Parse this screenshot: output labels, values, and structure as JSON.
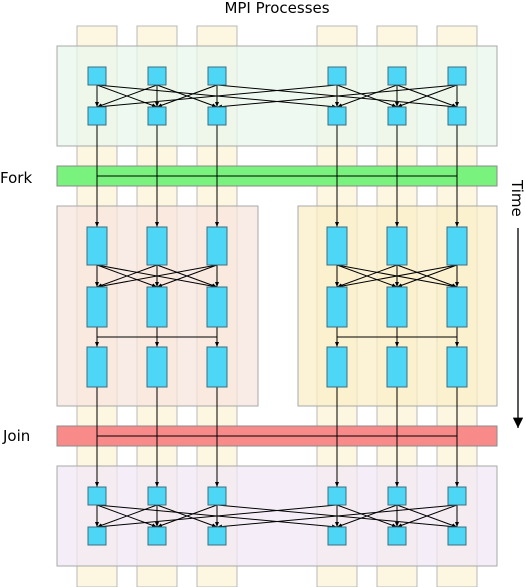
{
  "title": "MPI Processes",
  "labels": {
    "fork": "Fork",
    "join": "Join",
    "time": "Time"
  },
  "colors": {
    "process_column": "#fdf6e0",
    "stage_top": "#e8f7ec",
    "stage_left": "#f7e4de",
    "stage_right": "#fbefc8",
    "stage_bottom": "#f2e8f7",
    "fork_bar": "#79f37d",
    "join_bar": "#f98a8a",
    "node": "#4dd6f5",
    "edge": "#000000"
  }
}
